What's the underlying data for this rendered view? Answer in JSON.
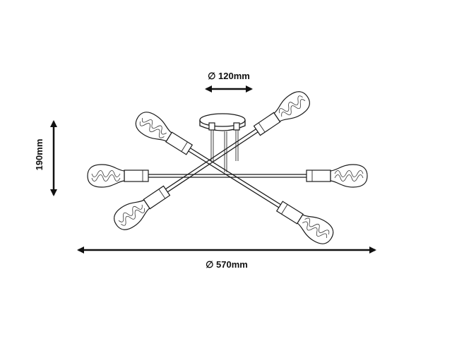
{
  "dimensions": {
    "canopy_diameter": "∅ 120mm",
    "overall_diameter": "∅ 570mm",
    "height": "190mm"
  },
  "colors": {
    "line": "#1a1a1a",
    "arrow": "#111111"
  },
  "icons": [
    "lamp-bulb-icon",
    "double-arrow-icon"
  ]
}
